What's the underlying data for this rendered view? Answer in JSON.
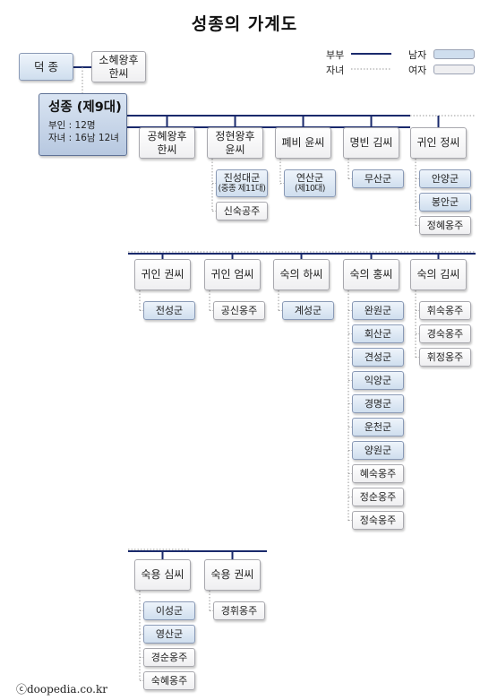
{
  "title": "성종의 가계도",
  "legend": {
    "spouse": "부부",
    "child": "자녀",
    "male": "남자",
    "female": "여자",
    "spouse_color": "#1a2a6c",
    "male_color": "#cfdeee",
    "female_color": "#efeff1"
  },
  "parents": {
    "father": "덕 종",
    "mother_line1": "소혜왕후",
    "mother_line2": "한씨"
  },
  "sejong": {
    "name": "성종 (제9대)",
    "wives": "부인 : 12명",
    "children": "자녀 : 16남 12녀"
  },
  "wives": [
    {
      "l1": "공혜왕후",
      "l2": "한씨",
      "children": []
    },
    {
      "l1": "정현왕후",
      "l2": "윤씨",
      "children": [
        {
          "name": "진성대군",
          "sub": "(중종 제11대)",
          "sex": "m"
        },
        {
          "name": "신숙공주",
          "sex": "f"
        }
      ]
    },
    {
      "l1": "폐비 윤씨",
      "children": [
        {
          "name": "연산군",
          "sub": "(제10대)",
          "sex": "m"
        }
      ]
    },
    {
      "l1": "명빈 김씨",
      "children": [
        {
          "name": "무산군",
          "sex": "m"
        }
      ]
    },
    {
      "l1": "귀인 정씨",
      "children": [
        {
          "name": "안양군",
          "sex": "m"
        },
        {
          "name": "봉안군",
          "sex": "m"
        },
        {
          "name": "정혜옹주",
          "sex": "f"
        }
      ]
    },
    {
      "l1": "귀인 권씨",
      "children": [
        {
          "name": "전성군",
          "sex": "m"
        }
      ]
    },
    {
      "l1": "귀인 엄씨",
      "children": [
        {
          "name": "공신옹주",
          "sex": "f"
        }
      ]
    },
    {
      "l1": "숙의 하씨",
      "children": [
        {
          "name": "계성군",
          "sex": "m"
        }
      ]
    },
    {
      "l1": "숙의 홍씨",
      "children": [
        {
          "name": "완원군",
          "sex": "m"
        },
        {
          "name": "회산군",
          "sex": "m"
        },
        {
          "name": "견성군",
          "sex": "m"
        },
        {
          "name": "익양군",
          "sex": "m"
        },
        {
          "name": "경명군",
          "sex": "m"
        },
        {
          "name": "운천군",
          "sex": "m"
        },
        {
          "name": "양원군",
          "sex": "m"
        },
        {
          "name": "혜숙옹주",
          "sex": "f"
        },
        {
          "name": "정순옹주",
          "sex": "f"
        },
        {
          "name": "정숙옹주",
          "sex": "f"
        }
      ]
    },
    {
      "l1": "숙의 김씨",
      "children": [
        {
          "name": "휘숙옹주",
          "sex": "f"
        },
        {
          "name": "경숙옹주",
          "sex": "f"
        },
        {
          "name": "휘정옹주",
          "sex": "f"
        }
      ]
    },
    {
      "l1": "숙용 심씨",
      "children": [
        {
          "name": "이성군",
          "sex": "m"
        },
        {
          "name": "영산군",
          "sex": "m"
        },
        {
          "name": "경순옹주",
          "sex": "f"
        },
        {
          "name": "숙혜옹주",
          "sex": "f"
        }
      ]
    },
    {
      "l1": "숙용 권씨",
      "children": [
        {
          "name": "경휘옹주",
          "sex": "f"
        }
      ]
    }
  ],
  "copyright": "ⓒdoopedia.co.kr"
}
